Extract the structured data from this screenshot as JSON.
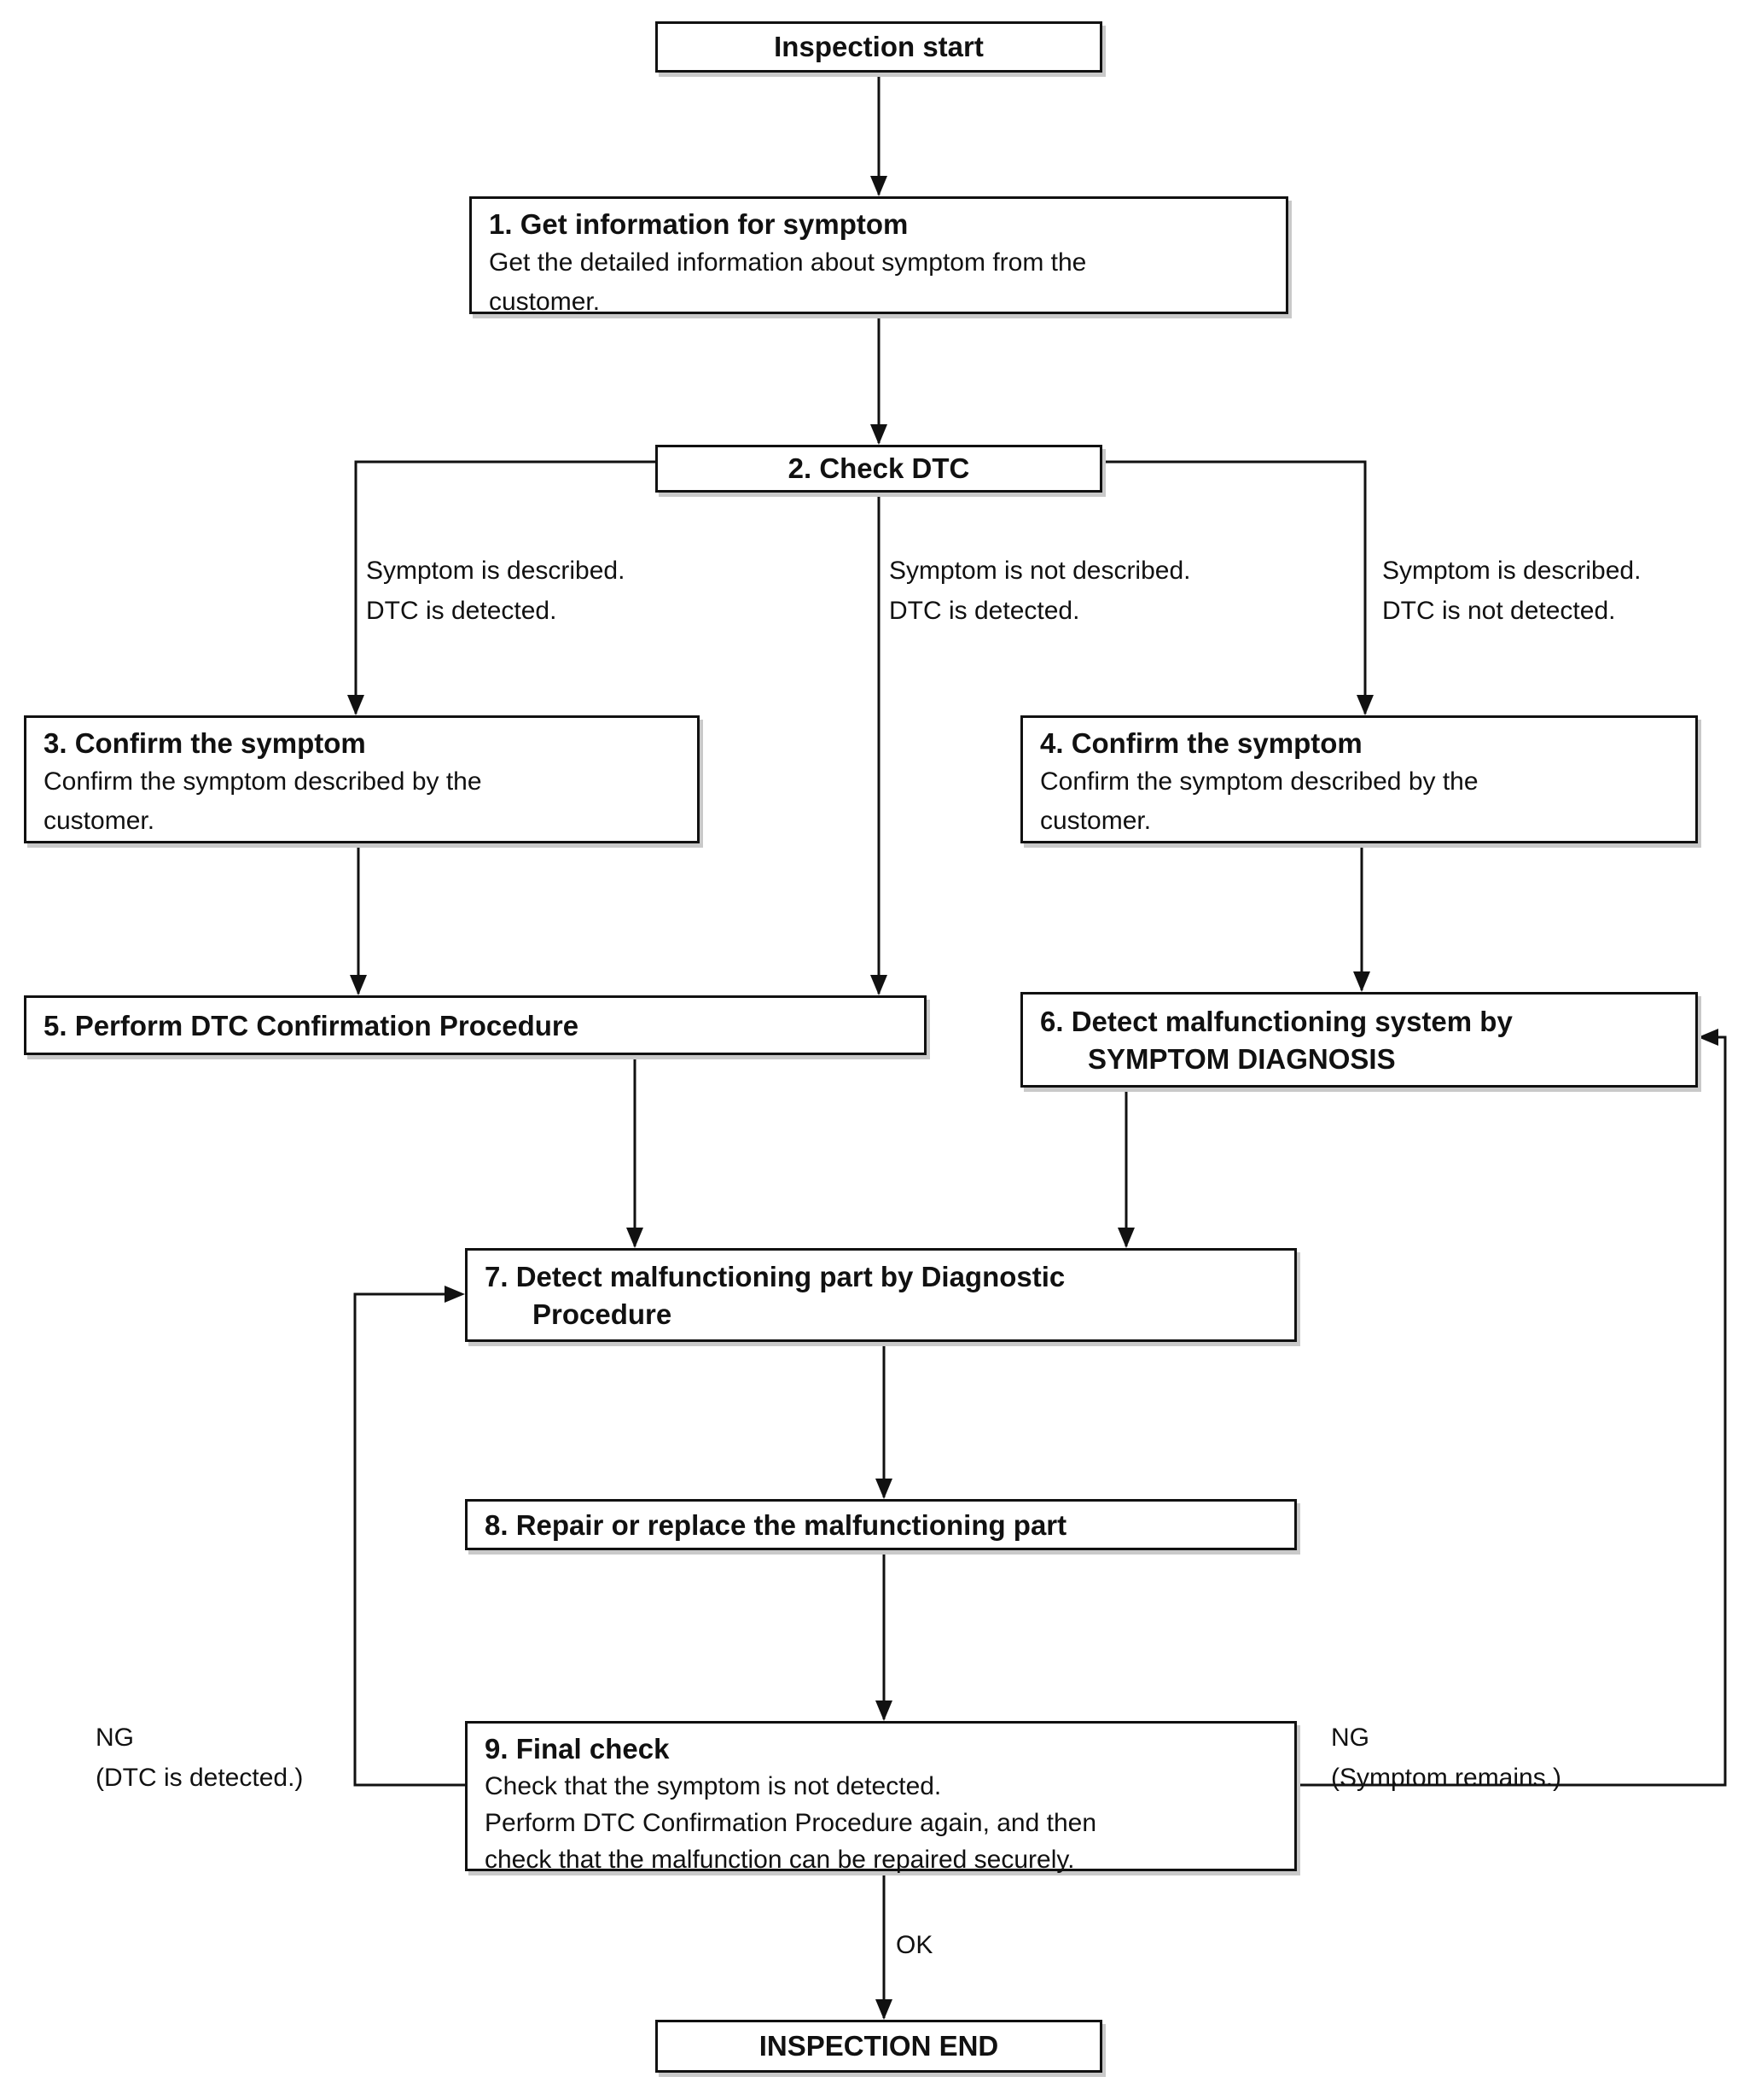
{
  "colors": {
    "background": "#ffffff",
    "line": "#111111",
    "text": "#111111"
  },
  "boxes": {
    "start": {
      "title": "Inspection start"
    },
    "step1": {
      "title": "1. Get information for symptom",
      "body": "Get the detailed information about symptom from the\ncustomer."
    },
    "step2": {
      "title": "2. Check DTC"
    },
    "step3": {
      "title": "3. Confirm the symptom",
      "body": "Confirm the symptom described by the\ncustomer."
    },
    "step4": {
      "title": "4. Confirm the symptom",
      "body": "Confirm the symptom described by the\ncustomer."
    },
    "step5": {
      "title": "5. Perform DTC Confirmation Procedure"
    },
    "step6": {
      "title": "6. Detect malfunctioning system by",
      "title2": "SYMPTOM DIAGNOSIS"
    },
    "step7": {
      "title": "7. Detect malfunctioning part by Diagnostic",
      "title2": "Procedure"
    },
    "step8": {
      "title": "8. Repair or replace the malfunctioning part"
    },
    "step9": {
      "title": "9. Final check",
      "body": "Check that the symptom is not detected.\nPerform DTC Confirmation Procedure again, and then\ncheck that the malfunction can be repaired securely."
    },
    "end": {
      "title": "INSPECTION END"
    }
  },
  "labels": {
    "branch_left": "Symptom is described.\nDTC is detected.",
    "branch_middle": "Symptom is not described.\nDTC is detected.",
    "branch_right": "Symptom is described.\nDTC is not detected.",
    "ng_left": "NG\n(DTC is detected.)",
    "ng_right": "NG\n(Symptom remains.)",
    "ok": "OK"
  }
}
